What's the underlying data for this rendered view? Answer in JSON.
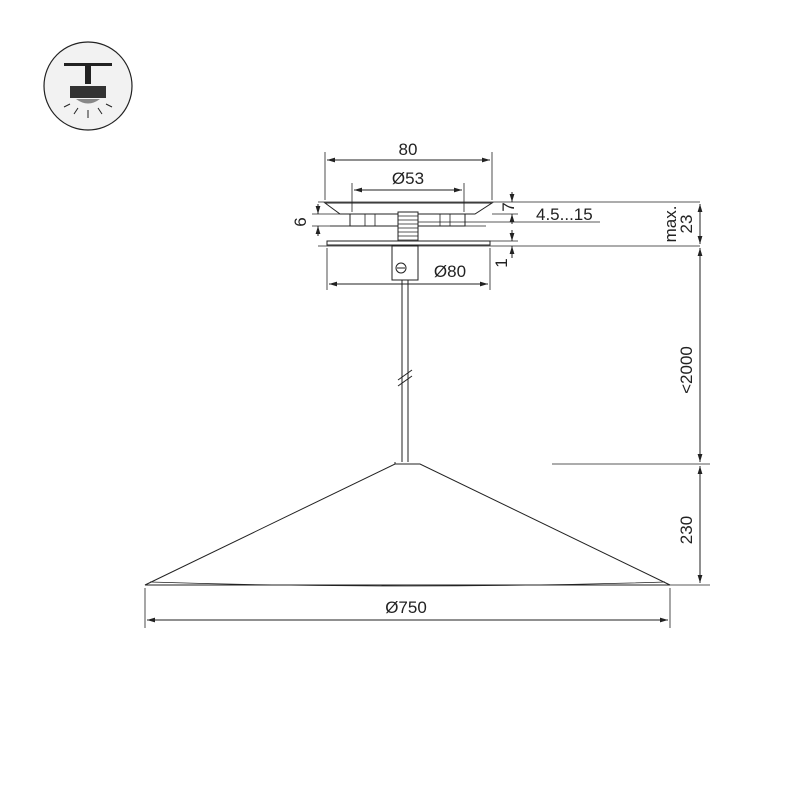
{
  "icon": {
    "name": "pendant-ceiling-mount-icon"
  },
  "dimensions": {
    "canopy_width": "80",
    "canopy_inner_diameter": "Ø53",
    "canopy_plate_height": "6",
    "canopy_top_height": "7",
    "adjust_range": "4.5...15",
    "max_label": "max.",
    "max_height": "23",
    "plate_thickness": "1",
    "plate_diameter": "Ø80",
    "cable_length": "<2000",
    "shade_height": "230",
    "shade_diameter": "Ø750"
  },
  "colors": {
    "line": "#222222",
    "icon_bg": "#f2f2f2"
  }
}
